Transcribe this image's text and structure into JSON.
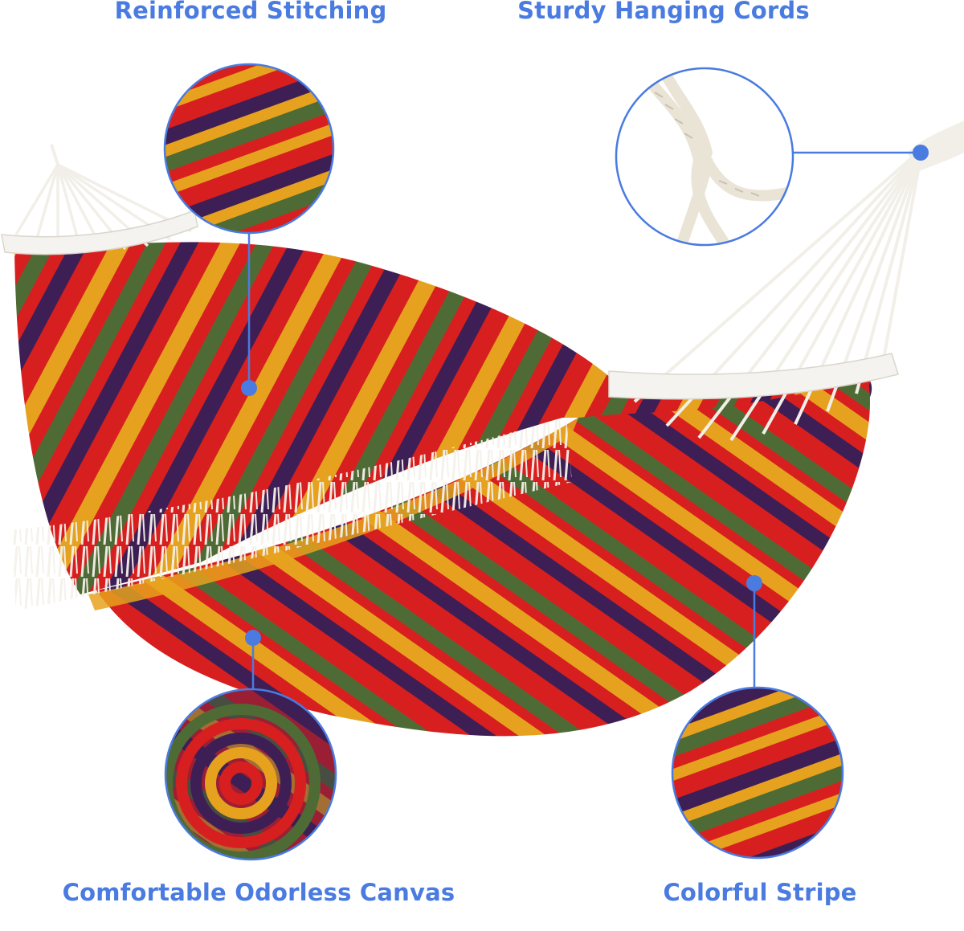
{
  "colors": {
    "label": "#4a7be0",
    "connector": "#4a7be0",
    "red": "#d81f1f",
    "yellow": "#e6a21e",
    "green": "#4f6b35",
    "purple": "#3d1f55",
    "cream": "#f4f1ea"
  },
  "callouts": {
    "stitching": {
      "label": "Reinforced Stitching",
      "icon": "fabric-closeup-icon"
    },
    "cords": {
      "label": "Sturdy Hanging Cords",
      "icon": "rope-knot-icon"
    },
    "canvas": {
      "label": "Comfortable Odorless Canvas",
      "icon": "rolled-fabric-icon"
    },
    "stripe": {
      "label": "Colorful Stripe",
      "icon": "stripe-closeup-icon"
    }
  }
}
